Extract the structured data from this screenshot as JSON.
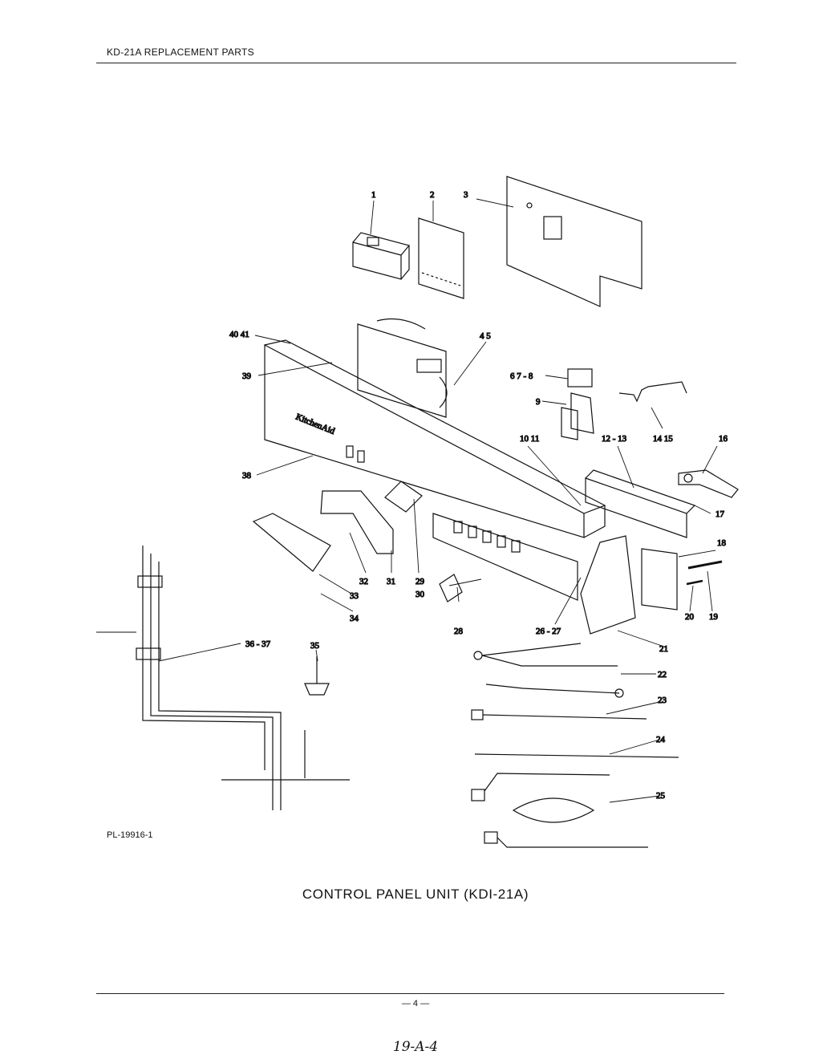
{
  "header": {
    "title": "KD-21A REPLACEMENT PARTS"
  },
  "figure": {
    "drawing_id": "PL-19916-1",
    "caption": "CONTROL PANEL UNIT (KDI-21A)",
    "callouts": [
      {
        "id": "c1",
        "label": "1"
      },
      {
        "id": "c2",
        "label": "2"
      },
      {
        "id": "c3",
        "label": "3"
      },
      {
        "id": "c4",
        "label": "4  5"
      },
      {
        "id": "c6",
        "label": "6  7 - 8"
      },
      {
        "id": "c9",
        "label": "9"
      },
      {
        "id": "c10",
        "label": "10  11"
      },
      {
        "id": "c12",
        "label": "12 - 13"
      },
      {
        "id": "c14",
        "label": "14  15"
      },
      {
        "id": "c16",
        "label": "16"
      },
      {
        "id": "c17",
        "label": "17"
      },
      {
        "id": "c18",
        "label": "18"
      },
      {
        "id": "c19",
        "label": "19"
      },
      {
        "id": "c20",
        "label": "20"
      },
      {
        "id": "c21",
        "label": "21"
      },
      {
        "id": "c22",
        "label": "22"
      },
      {
        "id": "c23",
        "label": "23"
      },
      {
        "id": "c24",
        "label": "24"
      },
      {
        "id": "c25",
        "label": "25"
      },
      {
        "id": "c26",
        "label": "26 - 27"
      },
      {
        "id": "c28",
        "label": "28"
      },
      {
        "id": "c29",
        "label": "29"
      },
      {
        "id": "c30",
        "label": "30"
      },
      {
        "id": "c31",
        "label": "31"
      },
      {
        "id": "c32",
        "label": "32"
      },
      {
        "id": "c33",
        "label": "33"
      },
      {
        "id": "c34",
        "label": "34"
      },
      {
        "id": "c35",
        "label": "35"
      },
      {
        "id": "c36",
        "label": "36 - 37"
      },
      {
        "id": "c38",
        "label": "38"
      },
      {
        "id": "c39",
        "label": "39"
      },
      {
        "id": "c40",
        "label": "40  41"
      }
    ],
    "brand_mark": "KitchenAid"
  },
  "footer": {
    "page_number": "— 4 —",
    "handwritten_note": "19-A-4"
  }
}
